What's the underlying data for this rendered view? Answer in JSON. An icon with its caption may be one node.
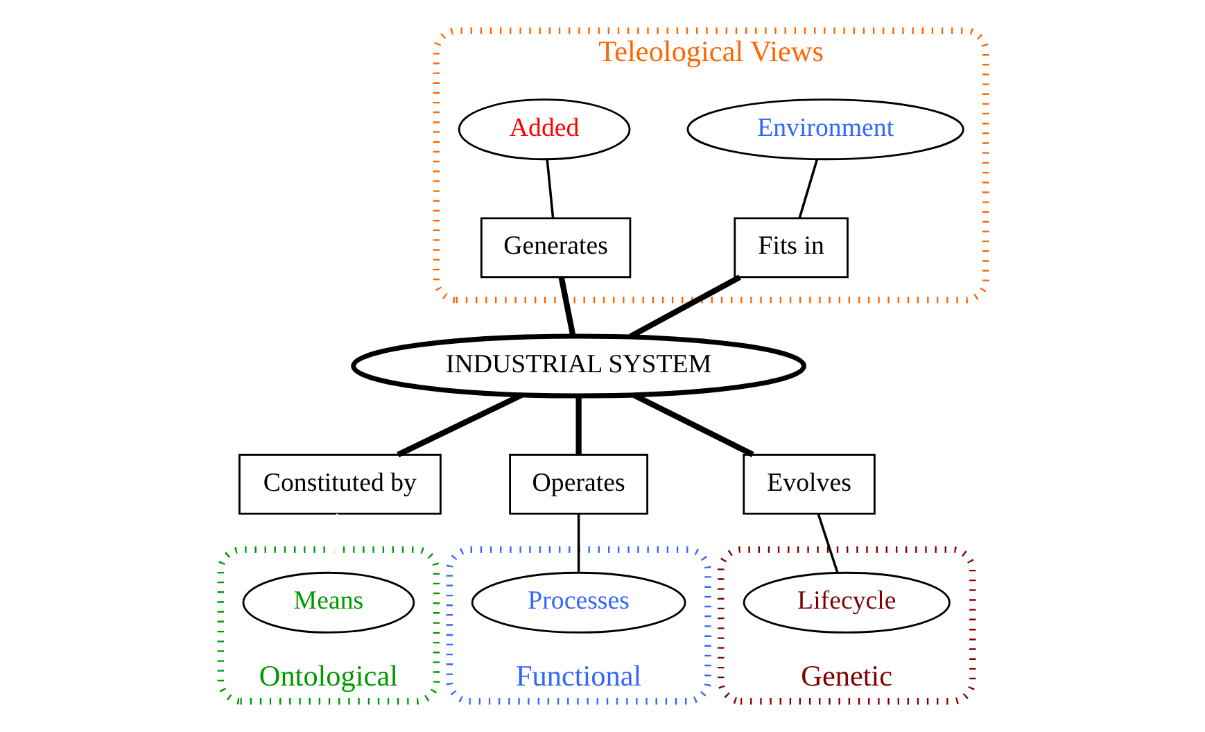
{
  "diagram": {
    "nodes": [
      {
        "text": [
          "Teleological Views"
        ]
      },
      {
        "text": [
          "Environment"
        ],
        "in": 0
      },
      {
        "text": [
          "Added"
        ],
        "in": 0
      },
      {
        "text": [
          "Fits in"
        ],
        "in": 0
      },
      {
        "text": [
          "Generates"
        ],
        "in": 0
      },
      {
        "text": [
          "INDUSTRIAL SYSTEM"
        ]
      },
      {
        "text": [
          "Constituted by"
        ]
      },
      {
        "text": [
          "Ontological"
        ]
      },
      {
        "text": [
          "Means"
        ],
        "in": 7
      },
      {
        "text": [
          "Operates"
        ]
      },
      {
        "text": [
          "Functional"
        ]
      },
      {
        "text": [
          "Processes"
        ],
        "in": 10
      },
      {
        "text": [
          "Evolves"
        ]
      },
      {
        "text": [
          "Genetic"
        ]
      },
      {
        "text": [
          "Lifecycle"
        ],
        "in": 13
      }
    ],
    "edges": [
      {
        "from": 1,
        "to": 3,
        "arrow": "none"
      },
      {
        "from": 2,
        "to": 4,
        "arrow": "none"
      },
      {
        "from": 3,
        "to": 5,
        "arrow": "none",
        "style": "thick"
      },
      {
        "from": 4,
        "to": 5,
        "arrow": "none",
        "style": "thick"
      },
      {
        "from": 5,
        "to": 6,
        "arrow": "none",
        "style": "thick"
      },
      {
        "from": 5,
        "to": 9,
        "arrow": "none",
        "style": "thick"
      },
      {
        "from": 5,
        "to": 12,
        "arrow": "none",
        "style": "thick"
      },
      {
        "from": 6,
        "to": 8,
        "arrow": "none",
        "color": "#ffffff"
      },
      {
        "from": 9,
        "to": 11,
        "arrow": "none"
      },
      {
        "from": 12,
        "to": 14,
        "arrow": "none"
      }
    ]
  }
}
